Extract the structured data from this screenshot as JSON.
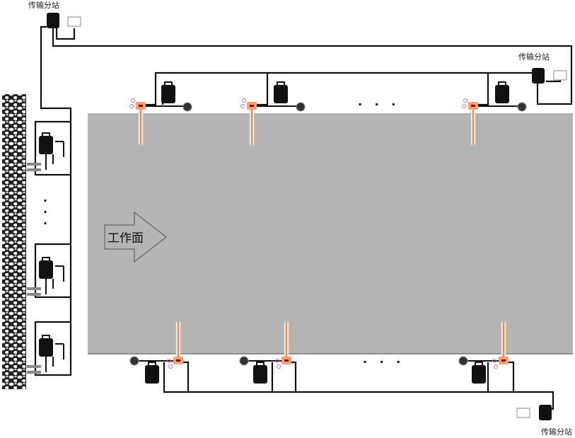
{
  "labels": {
    "station_top_left": "传输分站",
    "station_top_right": "传输分站",
    "station_bottom_right": "传输分站",
    "working_face": "工作面",
    "ellipsis_top": "· · ·",
    "ellipsis_bottom": "· · ·",
    "ellipsis_left": "·"
  },
  "colors": {
    "working_face_fill": "#b4b4b4",
    "wire": "#111111",
    "sensor": "#f0a070",
    "device": "#111111"
  }
}
